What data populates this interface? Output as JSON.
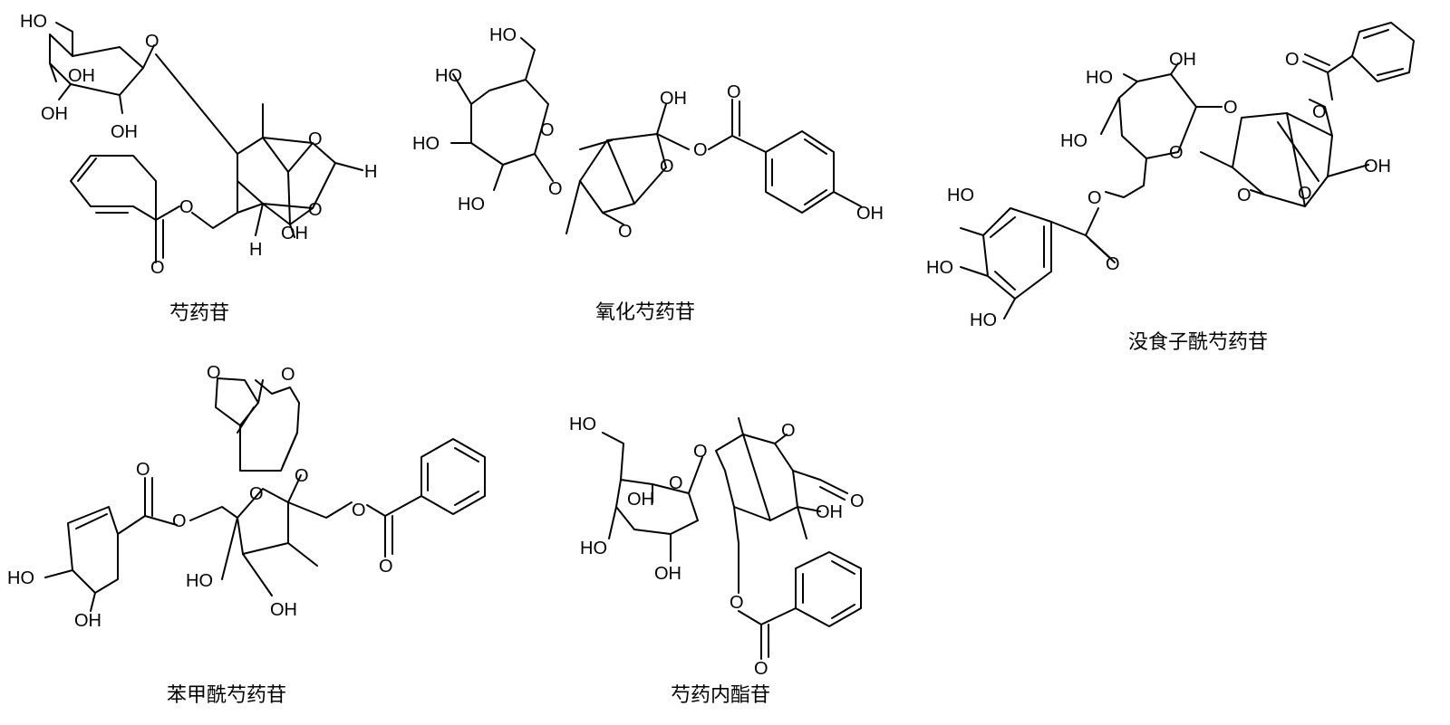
{
  "figure": {
    "compounds": [
      {
        "name": "芍药苷",
        "atom_labels": [
          "HO",
          "O",
          "OH",
          "OH",
          "OH",
          "O",
          "O",
          "H",
          "O",
          "OH",
          "H",
          "O"
        ]
      },
      {
        "name": "氧化芍药苷",
        "atom_labels": [
          "HO",
          "HO",
          "HO",
          "HO",
          "O",
          "O",
          "OH",
          "O",
          "O",
          "O",
          "O",
          "OH"
        ]
      },
      {
        "name": "没食子酰芍药苷",
        "atom_labels": [
          "HO",
          "OH",
          "HO",
          "O",
          "O",
          "O",
          "O",
          "O",
          "O",
          "OH",
          "O",
          "O",
          "HO",
          "HO",
          "HO"
        ]
      },
      {
        "name": "苯甲酰芍药苷",
        "atom_labels": [
          "O",
          "O",
          "O",
          "O",
          "O",
          "O",
          "O",
          "O",
          "HO",
          "OH",
          "HO",
          "OH"
        ]
      },
      {
        "name": "芍药内酯苷",
        "atom_labels": [
          "HO",
          "O",
          "OH",
          "HO",
          "OH",
          "O",
          "O",
          "O",
          "OH",
          "O",
          "O"
        ]
      }
    ]
  }
}
